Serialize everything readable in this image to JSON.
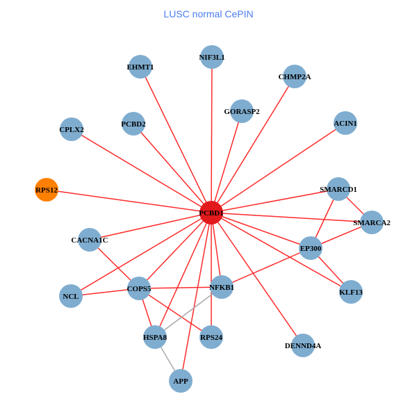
{
  "title": "LUSC normal CePIN",
  "colors": {
    "hub": "#e31a1c",
    "highlight": "#ff7f00",
    "node": "#7fadd0",
    "edge_red": "#ff2a2a",
    "edge_grey": "#aaaaaa"
  },
  "nodes": [
    {
      "id": "PCBD1",
      "type": "hub"
    },
    {
      "id": "NIF3L1",
      "type": "node"
    },
    {
      "id": "EHMT1",
      "type": "node"
    },
    {
      "id": "CHMP2A",
      "type": "node"
    },
    {
      "id": "GORASP2",
      "type": "node"
    },
    {
      "id": "ACIN1",
      "type": "node"
    },
    {
      "id": "PCBD2",
      "type": "node"
    },
    {
      "id": "CPLX2",
      "type": "node"
    },
    {
      "id": "RPS12",
      "type": "highlight"
    },
    {
      "id": "SMARCD1",
      "type": "node"
    },
    {
      "id": "SMARCA2",
      "type": "node"
    },
    {
      "id": "CACNA1C",
      "type": "node"
    },
    {
      "id": "EP300",
      "type": "node"
    },
    {
      "id": "NCL",
      "type": "node"
    },
    {
      "id": "COPS5",
      "type": "node"
    },
    {
      "id": "NFKB1",
      "type": "node"
    },
    {
      "id": "KLF13",
      "type": "node"
    },
    {
      "id": "HSPA8",
      "type": "node"
    },
    {
      "id": "RPS24",
      "type": "node"
    },
    {
      "id": "DENND4A",
      "type": "node"
    },
    {
      "id": "APP",
      "type": "node"
    }
  ],
  "edges": [
    [
      "PCBD1",
      "NIF3L1",
      "red"
    ],
    [
      "PCBD1",
      "EHMT1",
      "red"
    ],
    [
      "PCBD1",
      "CHMP2A",
      "red"
    ],
    [
      "PCBD1",
      "GORASP2",
      "red"
    ],
    [
      "PCBD1",
      "ACIN1",
      "red"
    ],
    [
      "PCBD1",
      "PCBD2",
      "red"
    ],
    [
      "PCBD1",
      "CPLX2",
      "red"
    ],
    [
      "PCBD1",
      "RPS12",
      "red"
    ],
    [
      "PCBD1",
      "SMARCD1",
      "red"
    ],
    [
      "PCBD1",
      "SMARCA2",
      "red"
    ],
    [
      "PCBD1",
      "CACNA1C",
      "red"
    ],
    [
      "PCBD1",
      "EP300",
      "red"
    ],
    [
      "PCBD1",
      "NCL",
      "red"
    ],
    [
      "PCBD1",
      "COPS5",
      "red"
    ],
    [
      "PCBD1",
      "NFKB1",
      "red"
    ],
    [
      "PCBD1",
      "KLF13",
      "red"
    ],
    [
      "PCBD1",
      "HSPA8",
      "red"
    ],
    [
      "PCBD1",
      "RPS24",
      "red"
    ],
    [
      "PCBD1",
      "DENND4A",
      "red"
    ],
    [
      "PCBD1",
      "APP",
      "red"
    ],
    [
      "SMARCD1",
      "SMARCA2",
      "red"
    ],
    [
      "SMARCD1",
      "EP300",
      "red"
    ],
    [
      "SMARCA2",
      "EP300",
      "red"
    ],
    [
      "EP300",
      "KLF13",
      "red"
    ],
    [
      "EP300",
      "NFKB1",
      "red"
    ],
    [
      "CACNA1C",
      "COPS5",
      "red"
    ],
    [
      "NCL",
      "COPS5",
      "red"
    ],
    [
      "COPS5",
      "NFKB1",
      "red"
    ],
    [
      "COPS5",
      "HSPA8",
      "red"
    ],
    [
      "COPS5",
      "RPS24",
      "red"
    ],
    [
      "HSPA8",
      "NFKB1",
      "grey"
    ],
    [
      "HSPA8",
      "APP",
      "grey"
    ]
  ]
}
